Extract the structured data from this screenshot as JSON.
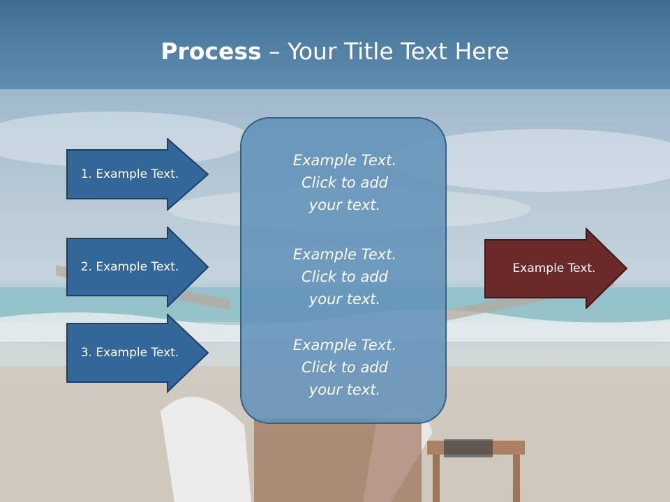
{
  "title": {
    "bold": "Process",
    "rest": " – Your Title Text Here"
  },
  "steps": [
    {
      "label": "1. Example Text."
    },
    {
      "label": "2. Example Text."
    },
    {
      "label": "3. Example Text."
    }
  ],
  "panel": {
    "blocks": [
      {
        "line1": "Example Text.",
        "line2": "Click  to add",
        "line3": "your text."
      },
      {
        "line1": "Example Text.",
        "line2": "Click  to add",
        "line3": "your text."
      },
      {
        "line1": "Example Text.",
        "line2": "Click  to add",
        "line3": "your text."
      }
    ]
  },
  "output": {
    "label": "Example Text."
  },
  "colors": {
    "step_fill": "#336699",
    "panel_fill": "#6292ba",
    "output_fill": "#6b2a2a",
    "title_bar": "#4f7ea2"
  }
}
